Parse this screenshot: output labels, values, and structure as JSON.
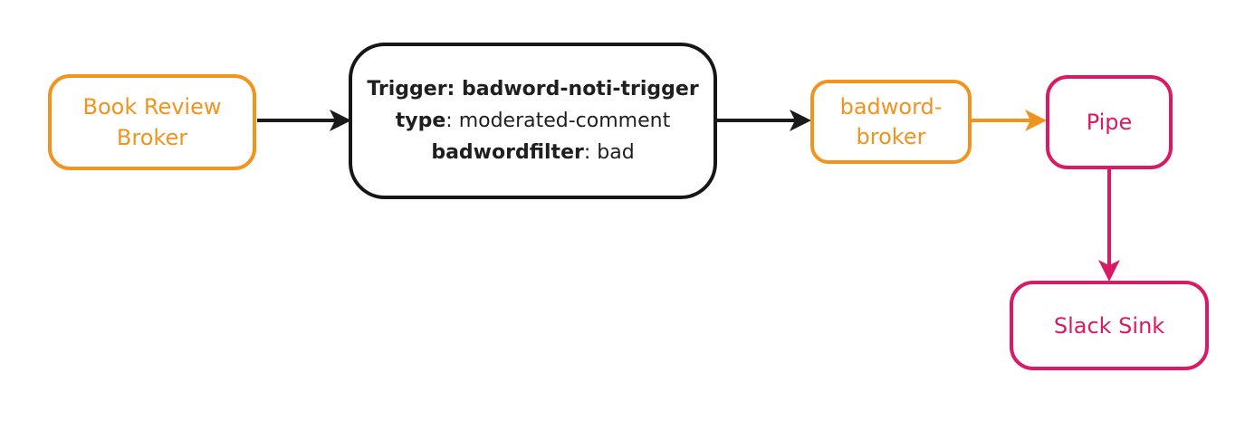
{
  "nodes": {
    "book_review_broker": {
      "label": "Book Review Broker"
    },
    "trigger": {
      "title": "Trigger: badword-noti-trigger",
      "type_key": "type",
      "type_value": ": moderated-comment",
      "filter_key": "badwordfilter",
      "filter_value": ": bad"
    },
    "badword_broker": {
      "label": "badword-broker"
    },
    "pipe": {
      "label": "Pipe"
    },
    "slack_sink": {
      "label": "Slack Sink"
    }
  },
  "edges": [
    {
      "from": "Book Review Broker",
      "to": "Trigger",
      "color": "#1A1A1A"
    },
    {
      "from": "Trigger",
      "to": "badword-broker",
      "color": "#1A1A1A"
    },
    {
      "from": "badword-broker",
      "to": "Pipe",
      "color": "#F2931E"
    },
    {
      "from": "Pipe",
      "to": "Slack Sink",
      "color": "#D91A66"
    }
  ],
  "colors": {
    "background": "#FFFFFF",
    "black": "#1A1A1A",
    "orange": "#F2931E",
    "pink": "#D91A66"
  }
}
